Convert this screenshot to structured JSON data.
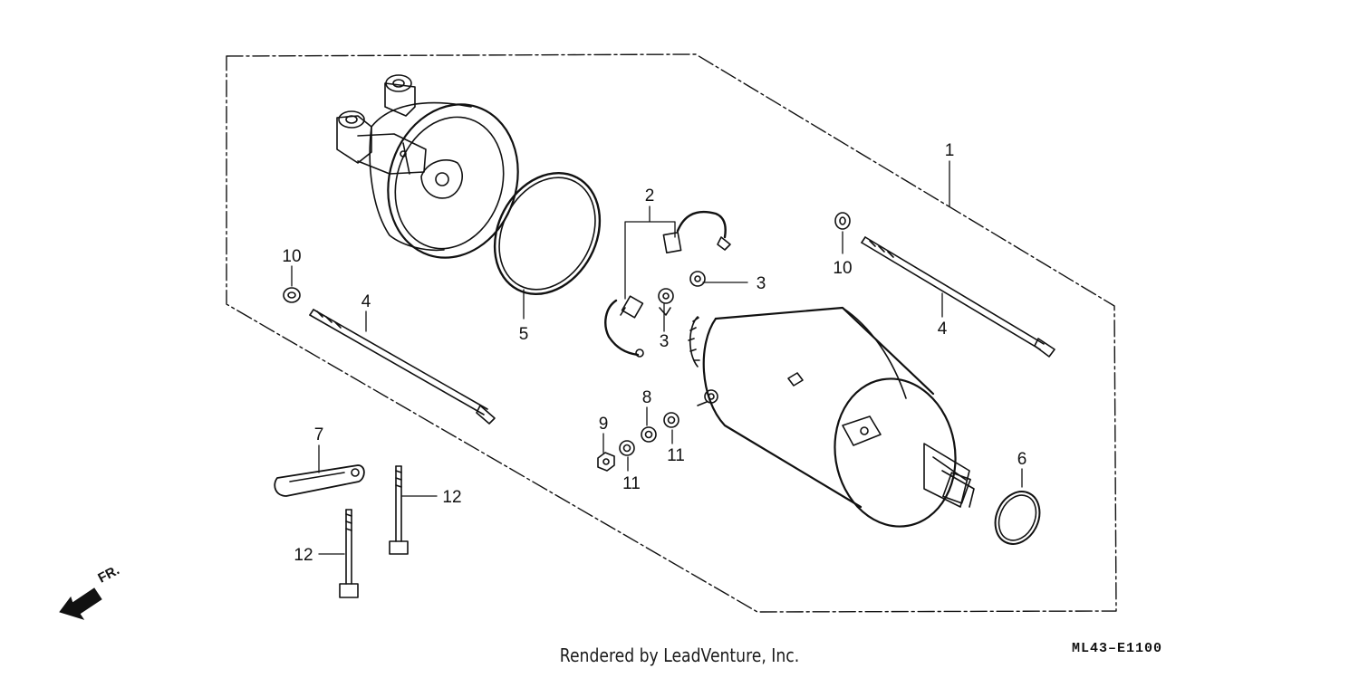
{
  "callouts": [
    {
      "id": "c1",
      "text": "1"
    },
    {
      "id": "c2",
      "text": "2"
    },
    {
      "id": "c3a",
      "text": "3"
    },
    {
      "id": "c3b",
      "text": "3"
    },
    {
      "id": "c4a",
      "text": "4"
    },
    {
      "id": "c4b",
      "text": "4"
    },
    {
      "id": "c5",
      "text": "5"
    },
    {
      "id": "c6",
      "text": "6"
    },
    {
      "id": "c7",
      "text": "7"
    },
    {
      "id": "c8",
      "text": "8"
    },
    {
      "id": "c9",
      "text": "9"
    },
    {
      "id": "c10a",
      "text": "10"
    },
    {
      "id": "c10b",
      "text": "10"
    },
    {
      "id": "c11a",
      "text": "11"
    },
    {
      "id": "c11b",
      "text": "11"
    },
    {
      "id": "c12a",
      "text": "12"
    },
    {
      "id": "c12b",
      "text": "12"
    }
  ],
  "direction_label": "FR.",
  "footer": "Rendered by LeadVenture, Inc.",
  "diagram_code": "ML43–E1100"
}
